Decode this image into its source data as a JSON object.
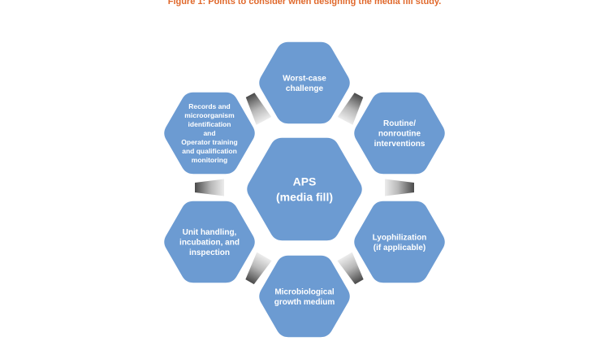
{
  "caption": {
    "lead": "Figure 1:",
    "rest": " Points to consider when designing the media fill study."
  },
  "colors": {
    "caption": "#e0682b",
    "hex_fill": "#6c9bd2",
    "text": "#ffffff",
    "connector_dark": "#4a4a4a",
    "connector_light": "#e6e6e6"
  },
  "center": {
    "lines": [
      "APS",
      "(media fill)"
    ]
  },
  "nodes": [
    {
      "id": "worst-case",
      "lines": [
        "Worst-case",
        "challenge"
      ]
    },
    {
      "id": "routine",
      "lines": [
        "Routine/",
        "nonroutine",
        "interventions"
      ]
    },
    {
      "id": "lyophilization",
      "lines": [
        "Lyophilization",
        "(if applicable)"
      ]
    },
    {
      "id": "microbiological",
      "lines": [
        "Microbiological",
        "growth medium"
      ]
    },
    {
      "id": "unit-handling",
      "lines": [
        "Unit handling,",
        "incubation, and",
        "inspection"
      ]
    },
    {
      "id": "records",
      "lines": [
        "Records and",
        "microorganism",
        "identification",
        "and",
        "Operator training",
        "and qualification",
        "monitoring"
      ]
    }
  ]
}
